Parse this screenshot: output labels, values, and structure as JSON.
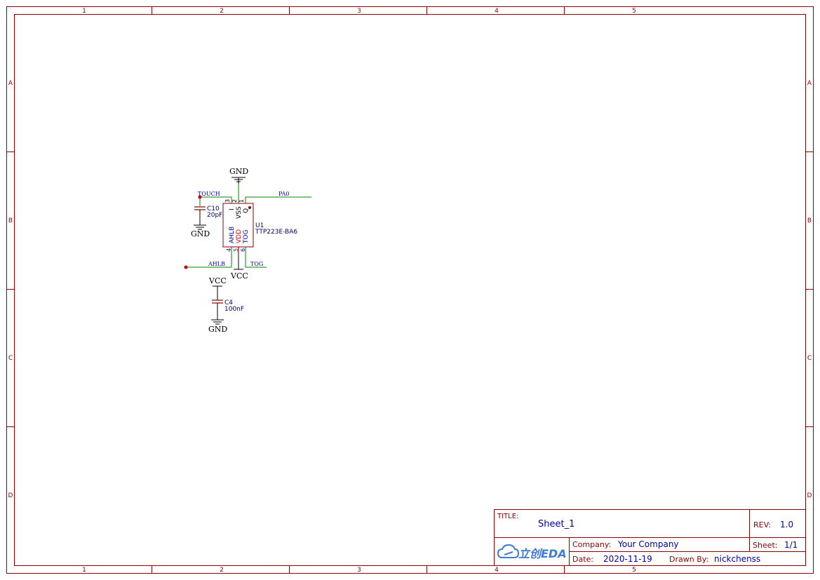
{
  "frame": {
    "columns": [
      "1",
      "2",
      "3",
      "4",
      "5"
    ],
    "rows": [
      "A",
      "B",
      "C",
      "D"
    ],
    "colors": {
      "border": "#880000",
      "wire": "#008800",
      "label": "#0000aa",
      "text": "#000000",
      "pin_red": "#cc0000"
    }
  },
  "schematic": {
    "gnd_top": "GND",
    "net_touch": "TOUCH",
    "net_pa0": "PA0",
    "net_ahlb": "AHLB",
    "net_tog": "TOG",
    "u1": {
      "ref": "U1",
      "value": "TTP223E-BA6",
      "pin_num_3": "3",
      "pin_num_2": "2",
      "pin_num_1": "1",
      "pin_num_4": "4",
      "pin_num_5": "5",
      "pin_num_6": "6",
      "pin_i": "I",
      "pin_vss": "VSS",
      "pin_q": "Q",
      "pin_ahlb": "AHLB",
      "pin_vdd": "VDD",
      "pin_tog": "TOG"
    },
    "c10": {
      "ref": "C10",
      "value": "20pF",
      "gnd": "GND"
    },
    "vcc_u1": "VCC",
    "c4": {
      "ref": "C4",
      "value": "100nF",
      "vcc": "VCC",
      "gnd": "GND"
    }
  },
  "title_block": {
    "title_label": "TITLE:",
    "title_value": "Sheet_1",
    "rev_label": "REV:",
    "rev_value": "1.0",
    "company_label": "Company:",
    "company_value": "Your Company",
    "sheet_label": "Sheet:",
    "sheet_value": "1/1",
    "date_label": "Date:",
    "date_value": "2020-11-19",
    "drawn_label": "Drawn By:",
    "drawn_value": "nickchenss",
    "logo_text": "立创EDA",
    "logo_icon": "cloud-icon"
  }
}
